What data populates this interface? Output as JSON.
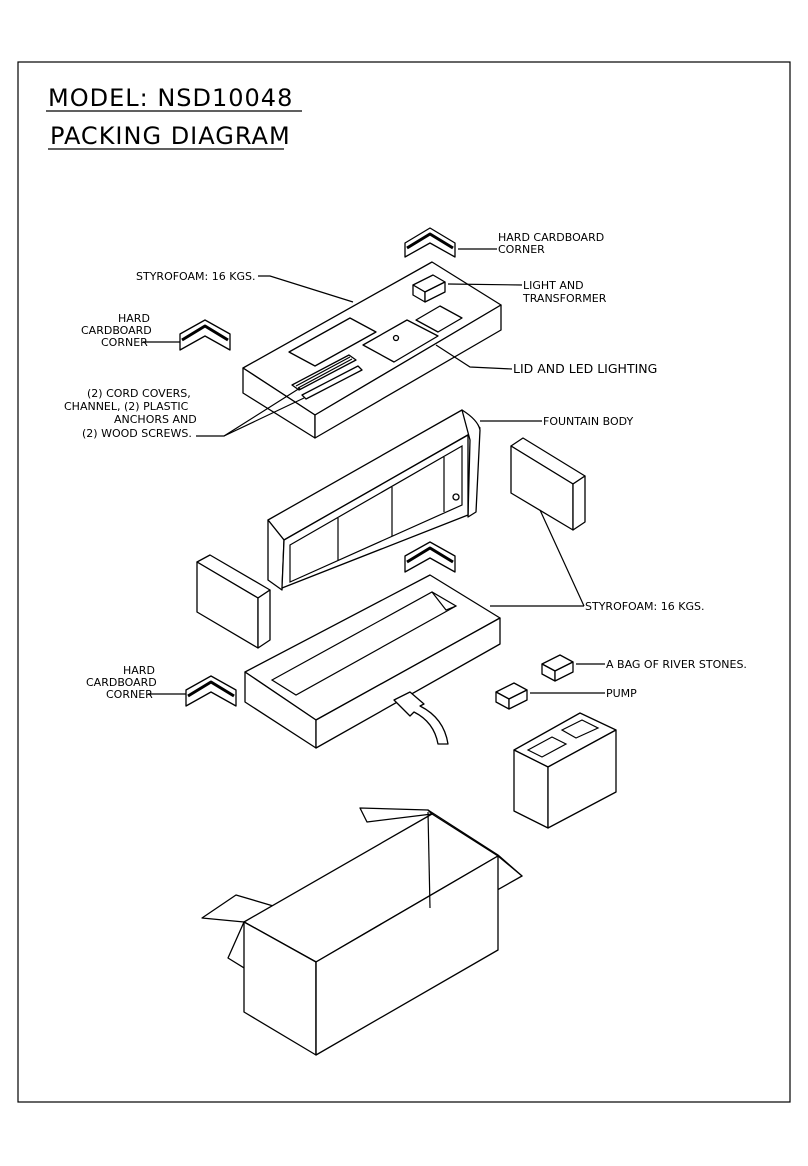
{
  "title": {
    "model": "MODEL:  NSD10048",
    "subtitle": "PACKING DIAGRAM"
  },
  "labels": {
    "hard_corner_top_1": "HARD CARDBOARD",
    "hard_corner_top_2": "CORNER",
    "styrofoam_top": "STYROFOAM: 16 KGS.",
    "light_1": "LIGHT AND",
    "light_2": "TRANSFORMER",
    "hard_corner_left_1": "HARD",
    "hard_corner_left_2": "CARDBOARD",
    "hard_corner_left_3": "CORNER",
    "lid": "LID AND LED LIGHTING",
    "cord_1": "(2) CORD COVERS,",
    "cord_2": "CHANNEL, (2) PLASTIC",
    "cord_3": "ANCHORS AND",
    "cord_4": "(2) WOOD SCREWS.",
    "fountain": "FOUNTAIN BODY",
    "styrofoam_mid": "STYROFOAM: 16 KGS.",
    "hard_corner_low_1": "HARD",
    "hard_corner_low_2": "CARDBOARD",
    "hard_corner_low_3": "CORNER",
    "stones": "A BAG OF RIVER STONES.",
    "pump": "PUMP"
  }
}
